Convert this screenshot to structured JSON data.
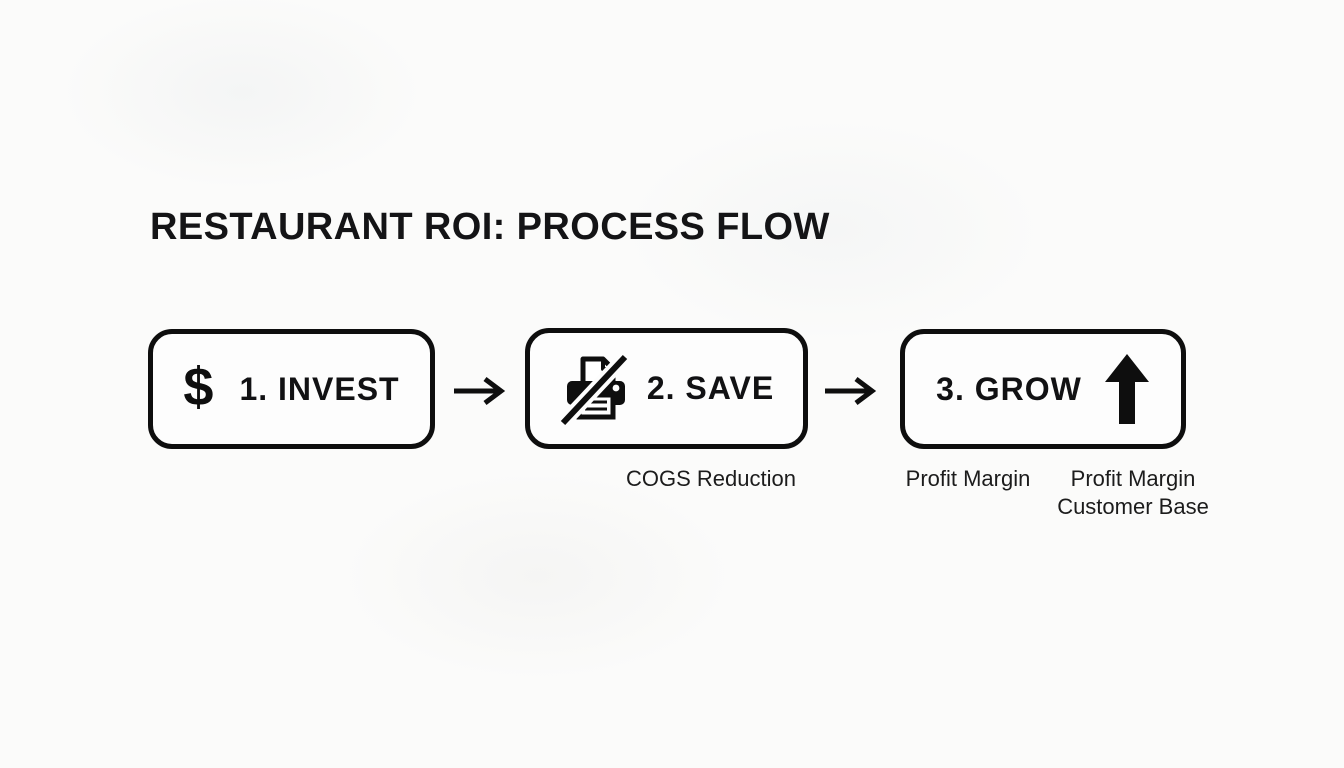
{
  "page": {
    "title": "RESTAURANT ROI: PROCESS FLOW"
  },
  "colors": {
    "ink": "#0e0e0e",
    "background": "#fbfbfa"
  },
  "flow": {
    "steps": [
      {
        "id": "invest",
        "label": "1. INVEST",
        "icon": "dollar-sign-icon",
        "icon_glyph": "$",
        "captions": []
      },
      {
        "id": "save",
        "label": "2. SAVE",
        "icon": "printer-slash-icon",
        "captions": [
          {
            "lines": [
              "COGS Reduction"
            ]
          }
        ]
      },
      {
        "id": "grow",
        "label": "3. GROW",
        "icon": "arrow-up-icon",
        "captions": [
          {
            "lines": [
              "Profit Margin"
            ]
          },
          {
            "lines": [
              "Profit Margin",
              "Customer Base"
            ]
          }
        ]
      }
    ],
    "connectors": [
      {
        "icon": "arrow-right-icon"
      },
      {
        "icon": "arrow-right-icon"
      }
    ]
  }
}
